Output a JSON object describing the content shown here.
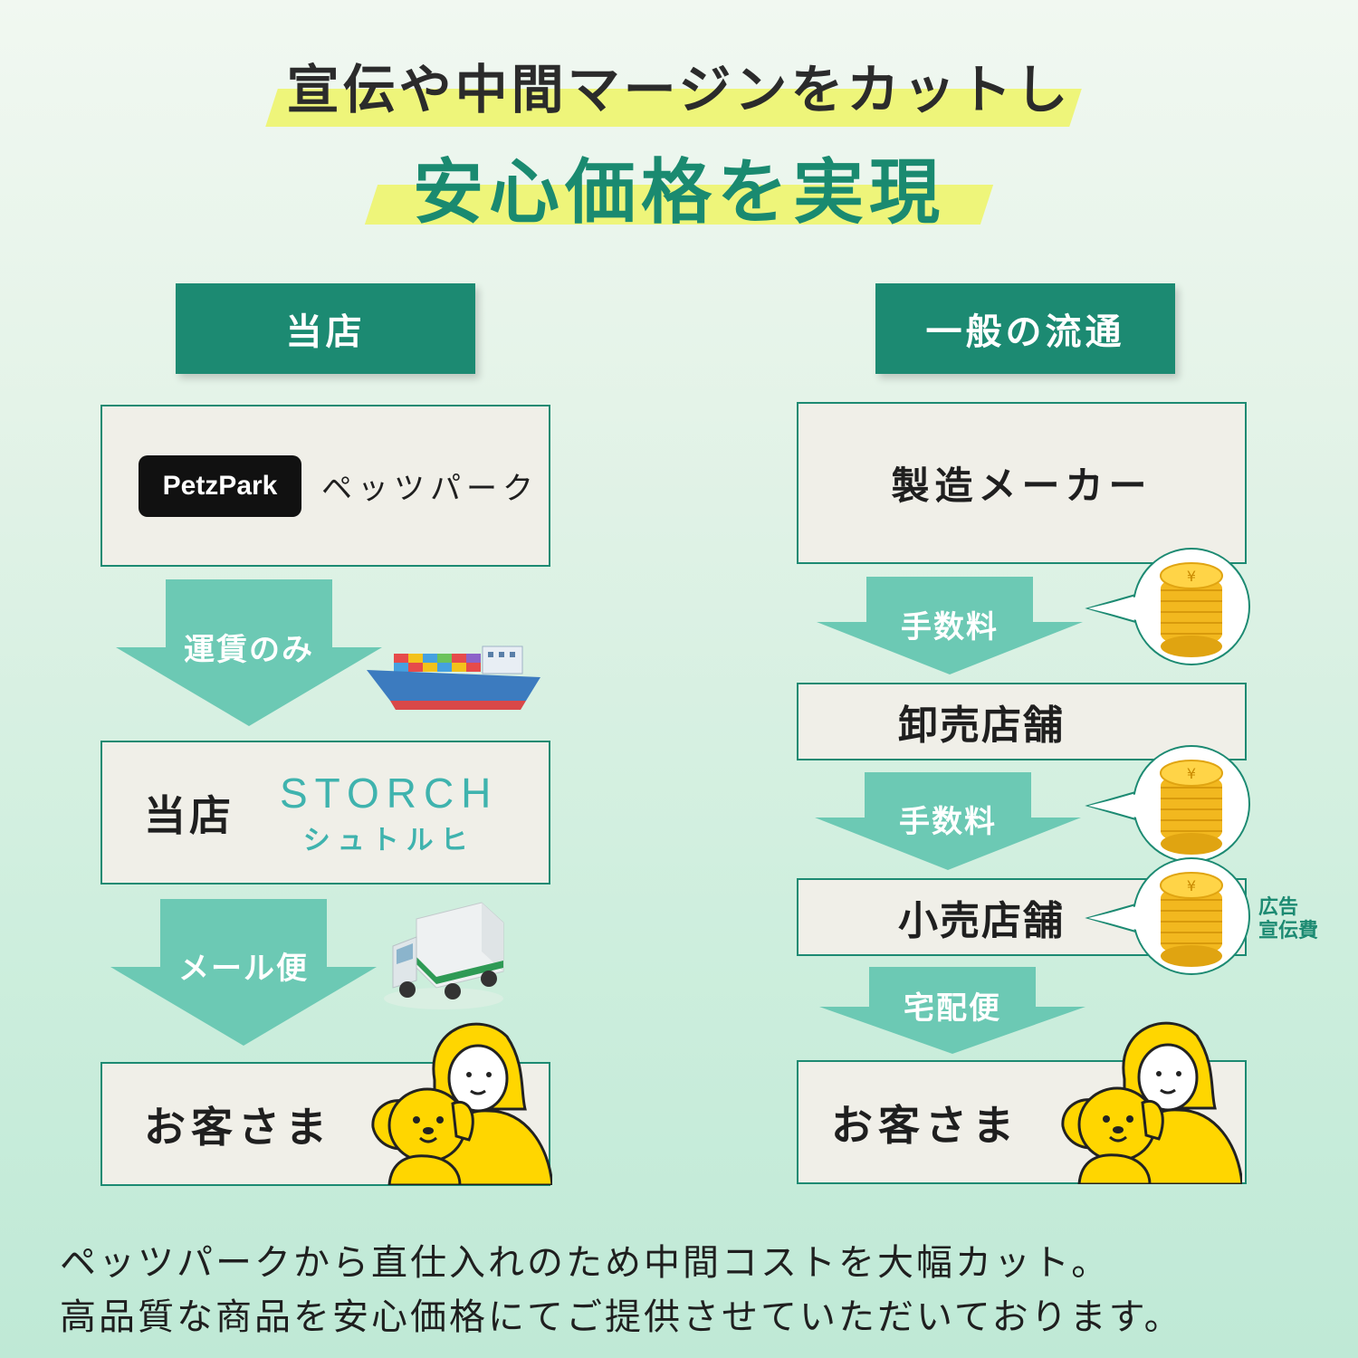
{
  "headline": {
    "line1": "宣伝や中間マージンをカットし",
    "line2": "安心価格を実現"
  },
  "left": {
    "header": "当店",
    "brand_logo_text": "PetzPark",
    "brand_name": "ペッツパーク",
    "step1_label": "運賃のみ",
    "store_label": "当店",
    "store_logo": "STORCH",
    "store_logo_kana": "シュトルヒ",
    "step2_label": "メール便",
    "customer": "お客さま"
  },
  "right": {
    "header": "一般の流通",
    "maker": "製造メーカー",
    "fee1_label": "手数料",
    "wholesaler": "卸売店舗",
    "fee2_label": "手数料",
    "retailer": "小売店舗",
    "ad_label_line1": "広告",
    "ad_label_line2": "宣伝費",
    "delivery_label": "宅配便",
    "customer": "お客さま"
  },
  "footer": {
    "line1": "ペッツパークから直仕入れのため中間コストを大幅カット。",
    "line2": "高品質な商品を安心価格にてご提供させていただいております。"
  },
  "colors": {
    "teal": "#1c8a72",
    "arrow": "#6cc9b4",
    "highlight": "#eef57a",
    "coin": "#f2b81f",
    "person": "#ffd600"
  },
  "icons": [
    "ship-icon",
    "truck-icon",
    "coin-stack-icon",
    "woman-with-dog-icon"
  ]
}
